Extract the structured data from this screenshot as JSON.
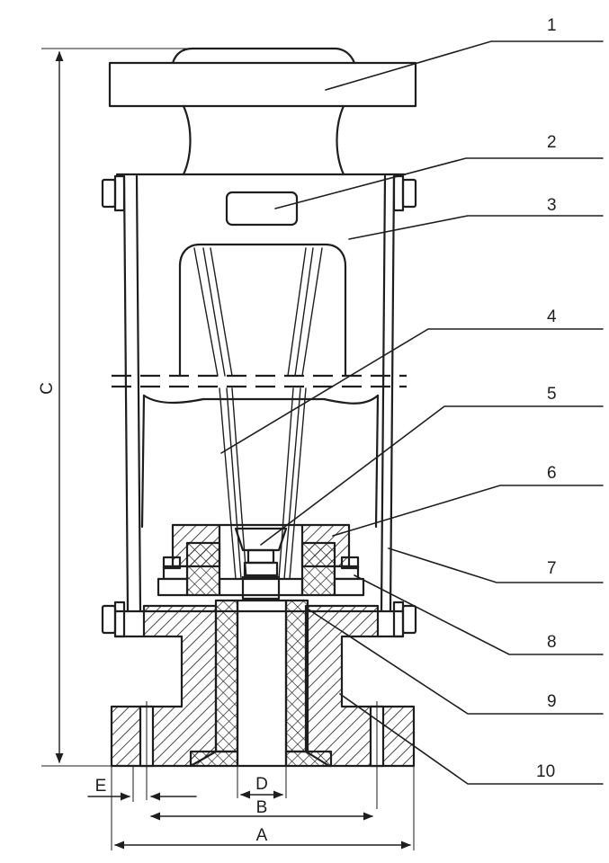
{
  "part_labels": [
    "1",
    "2",
    "3",
    "4",
    "5",
    "6",
    "7",
    "8",
    "9",
    "10"
  ],
  "dimension_labels": {
    "A": "A",
    "B": "B",
    "C": "C",
    "D": "D",
    "E": "E"
  },
  "colors": {
    "line": "#1e1e1e",
    "background": "#ffffff"
  }
}
